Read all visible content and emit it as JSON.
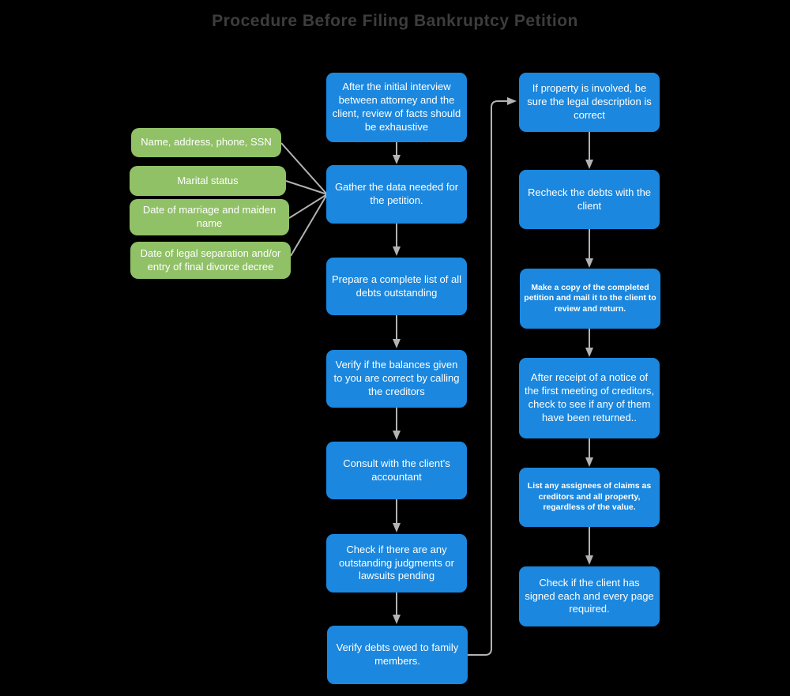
{
  "title": "Procedure Before Filing Bankruptcy Petition",
  "colors": {
    "background": "#000000",
    "blue": "#1b87de",
    "green": "#90c166",
    "connector": "#b3b3b3",
    "title_text": "#3d3d3d",
    "box_text": "#ffffff"
  },
  "data_items": {
    "items": [
      {
        "label": "Name, address, phone, SSN"
      },
      {
        "label": "Marital status"
      },
      {
        "label": "Date of marriage and maiden name"
      },
      {
        "label": "Date of legal separation and/or entry of final divorce decree"
      }
    ]
  },
  "main_flow": {
    "steps": [
      {
        "label": "After the initial interview between  attorney and the client, review of facts should be exhaustive"
      },
      {
        "label": "Gather the data needed for the petition."
      },
      {
        "label": "Prepare a complete list of all debts outstanding"
      },
      {
        "label": "Verify if the balances given to you are correct by calling the creditors"
      },
      {
        "label": "Consult with the client's accountant"
      },
      {
        "label": "Check  if there are any outstanding judgments or lawsuits pending"
      },
      {
        "label": "Verify debts owed to family members."
      }
    ]
  },
  "right_flow": {
    "steps": [
      {
        "label": "If property is involved, be sure the legal description is correct"
      },
      {
        "label": "Recheck the debts with the client"
      },
      {
        "label": "Make a copy of the completed petition and mail it to the client to review and return."
      },
      {
        "label": "After receipt of a notice of the first meeting of creditors, check to see if any of them have been returned.."
      },
      {
        "label": "List any assignees of claims as creditors and all property, regardless of the value."
      },
      {
        "label": "Check if the client has signed each and every page required."
      }
    ]
  }
}
